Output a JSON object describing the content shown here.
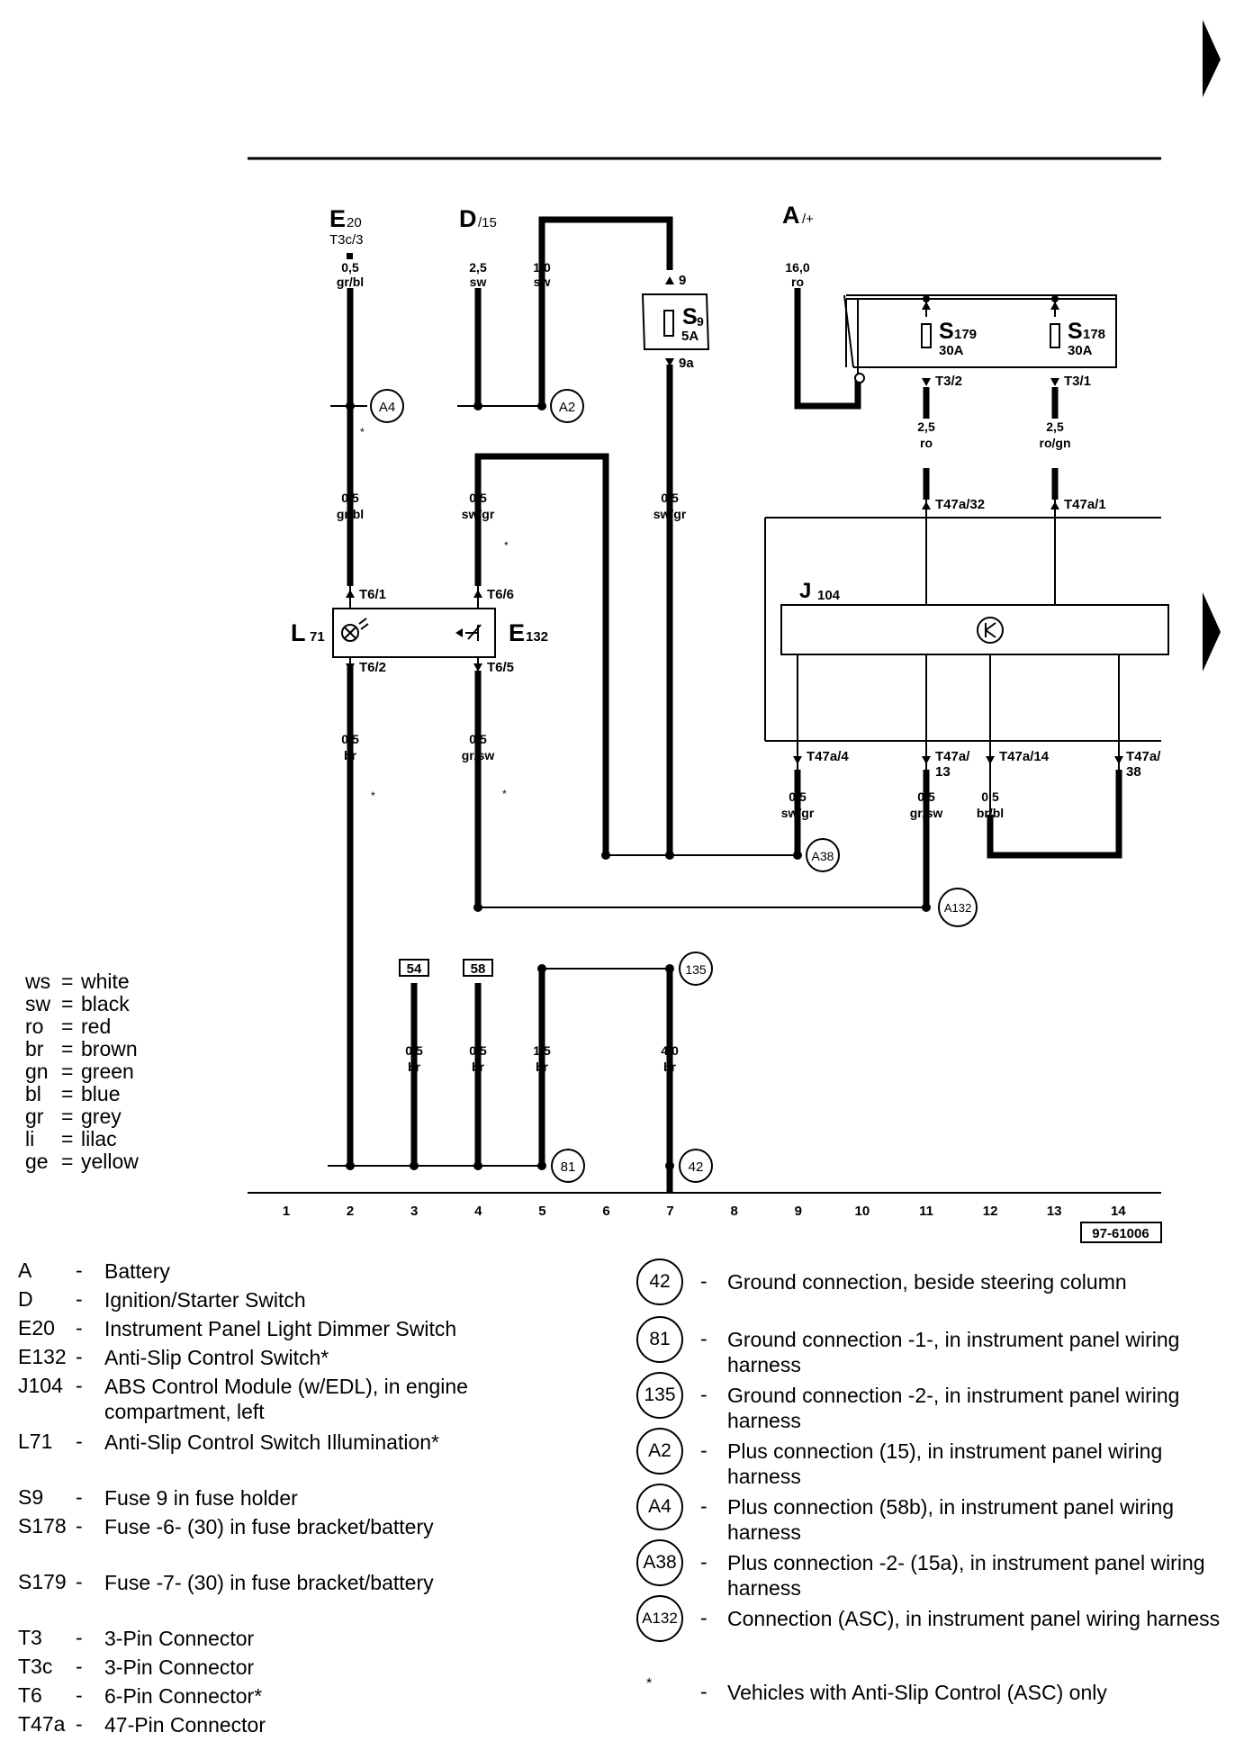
{
  "diagram_id": "97-61006",
  "components": {
    "e20": {
      "name": "E",
      "sub": "20",
      "pin": "T3c/3"
    },
    "d15": {
      "name": "D",
      "sub": "/15"
    },
    "a_plus": {
      "name": "A",
      "sub": "/+"
    },
    "s9": {
      "name": "S",
      "sub": "9",
      "rating": "5A",
      "pin_in": "9",
      "pin_out": "9a"
    },
    "s179": {
      "name": "S",
      "sub": "179",
      "rating": "30A",
      "pin_out": "T3/2"
    },
    "s178": {
      "name": "S",
      "sub": "178",
      "rating": "30A",
      "pin_out": "T3/1"
    },
    "j104": {
      "name": "J",
      "sub": "104"
    },
    "l71": {
      "name": "L",
      "sub": "71"
    },
    "e132": {
      "name": "E",
      "sub": "132"
    }
  },
  "wires": {
    "w1": {
      "size": "0,5",
      "color": "gr/bl"
    },
    "w2": {
      "size": "2,5",
      "color": "sw"
    },
    "w3": {
      "size": "1,0",
      "color": "sw"
    },
    "w4": {
      "size": "16,0",
      "color": "ro"
    },
    "w5": {
      "size": "2,5",
      "color": "ro"
    },
    "w6": {
      "size": "2,5",
      "color": "ro/gn"
    },
    "w7": {
      "size": "0,5",
      "color": "gr/bl"
    },
    "w8": {
      "size": "0,5",
      "color": "sw/gr"
    },
    "w9": {
      "size": "0,5",
      "color": "sw/gr"
    },
    "w10": {
      "size": "0,5",
      "color": "br"
    },
    "w11": {
      "size": "0,5",
      "color": "gr/sw"
    },
    "w12": {
      "size": "0,5",
      "color": "sw/gr"
    },
    "w13": {
      "size": "0,5",
      "color": "gr/sw"
    },
    "w14": {
      "size": "0,5",
      "color": "br/bl"
    },
    "w15": {
      "size": "0,5",
      "color": "br"
    },
    "w16": {
      "size": "0,5",
      "color": "br"
    },
    "w17": {
      "size": "1,5",
      "color": "br"
    },
    "w18": {
      "size": "4,0",
      "color": "br"
    }
  },
  "pins": {
    "t6_1": "T6/1",
    "t6_6": "T6/6",
    "t6_2": "T6/2",
    "t6_5": "T6/5",
    "t47a_32": "T47a/32",
    "t47a_1": "T47a/1",
    "t47a_4": "T47a/4",
    "t47a_13a": "T47a/",
    "t47a_13b": "13",
    "t47a_14": "T47a/14",
    "t47a_38a": "T47a/",
    "t47a_38b": "38"
  },
  "connections": {
    "a4": "A4",
    "a2": "A2",
    "a38": "A38",
    "a132": "A132",
    "g135": "135",
    "g81": "81",
    "g42": "42"
  },
  "terminals": {
    "t54": "54",
    "t58": "58"
  },
  "asterisk": "*",
  "grid_numbers": [
    "1",
    "2",
    "3",
    "4",
    "5",
    "6",
    "7",
    "8",
    "9",
    "10",
    "11",
    "12",
    "13",
    "14"
  ],
  "wire_colors": [
    {
      "abbr": "ws",
      "name": "white"
    },
    {
      "abbr": "sw",
      "name": "black"
    },
    {
      "abbr": "ro",
      "name": "red"
    },
    {
      "abbr": "br",
      "name": "brown"
    },
    {
      "abbr": "gn",
      "name": "green"
    },
    {
      "abbr": "bl",
      "name": "blue"
    },
    {
      "abbr": "gr",
      "name": "grey"
    },
    {
      "abbr": "li",
      "name": "lilac"
    },
    {
      "abbr": "ge",
      "name": "yellow"
    }
  ],
  "legend_components": [
    {
      "code": "A",
      "desc": "Battery"
    },
    {
      "code": "D",
      "desc": "Ignition/Starter Switch"
    },
    {
      "code": "E20",
      "desc": "Instrument Panel Light Dimmer Switch"
    },
    {
      "code": "E132",
      "desc": "Anti-Slip Control Switch*"
    },
    {
      "code": "J104",
      "desc": "ABS Control Module (w/EDL), in engine compartment, left"
    },
    {
      "code": "L71",
      "desc": "Anti-Slip Control Switch Illumination*"
    },
    {
      "code": "S9",
      "desc": "Fuse 9 in fuse holder"
    },
    {
      "code": "S178",
      "desc": "Fuse -6- (30) in fuse bracket/battery"
    },
    {
      "code": "S179",
      "desc": "Fuse -7- (30) in fuse bracket/battery"
    },
    {
      "code": "T3",
      "desc": "3-Pin Connector"
    },
    {
      "code": "T3c",
      "desc": "3-Pin Connector"
    },
    {
      "code": "T6",
      "desc": "6-Pin Connector*"
    },
    {
      "code": "T47a",
      "desc": "47-Pin Connector"
    }
  ],
  "legend_connections": [
    {
      "symbol": "42",
      "desc": "Ground connection, beside steering column"
    },
    {
      "symbol": "81",
      "desc": "Ground connection -1-, in instrument panel wiring harness"
    },
    {
      "symbol": "135",
      "desc": "Ground connection -2-, in instrument panel wiring harness"
    },
    {
      "symbol": "A2",
      "desc": "Plus connection (15), in instrument panel wiring harness"
    },
    {
      "symbol": "A4",
      "desc": "Plus connection (58b), in instrument panel wiring harness"
    },
    {
      "symbol": "A38",
      "desc": "Plus connection -2- (15a), in instrument panel wiring harness"
    },
    {
      "symbol": "A132",
      "desc": "Connection (ASC), in instrument panel wiring harness"
    },
    {
      "symbol": "*",
      "desc": "Vehicles with Anti-Slip Control (ASC) only"
    }
  ],
  "dash": "-"
}
